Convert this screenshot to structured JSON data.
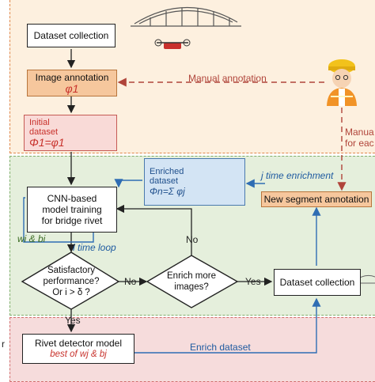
{
  "boxes": {
    "dataset_collection_top": "Dataset collection",
    "image_annotation": "Image annotation",
    "image_annotation_math": "φ1",
    "initial_dataset_label": "Initial dataset",
    "initial_dataset_math": "Φ1=φ1",
    "enriched_dataset_label": "Enriched dataset",
    "enriched_dataset_math": "Φn=Σ φj",
    "cnn_line1": "CNN-based",
    "cnn_line2": "model training",
    "cnn_line3": "for bridge rivet",
    "new_segment": "New segment annotation",
    "dataset_collection_mid": "Dataset collection",
    "rivet_detector": "Rivet detector model",
    "rivet_detector_math": "best of wj & bj"
  },
  "diamonds": {
    "satisfactory_l1": "Satisfactory",
    "satisfactory_l2": "performance?",
    "satisfactory_l3": "Or i > δ ?",
    "enrich_l1": "Enrich more",
    "enrich_l2": "images?"
  },
  "labels": {
    "manual_annotation": "Manual annotation",
    "manual_side_l1": "Manua",
    "manual_side_l2": "for eac",
    "j_time_enrichment": "j time enrichment",
    "i_time_loop": "i time loop",
    "wi_bi": "wi & bi",
    "no_1": "No",
    "no_2": "No",
    "yes_1": "Yes",
    "yes_2": "Yes",
    "enrich_dataset": "Enrich dataset",
    "left_edge_r": "r"
  },
  "colors": {
    "zone_top": "#fdf0df",
    "zone_mid": "#e5efdc",
    "zone_bottom": "#f6dcdc",
    "red_arrow": "#b0443a",
    "blue_arrow": "#2f6db3",
    "dark_arrow": "#222222"
  }
}
